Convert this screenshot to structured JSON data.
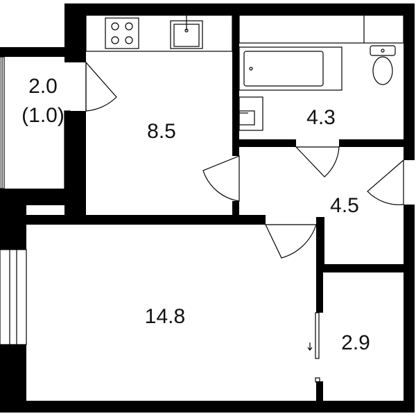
{
  "plan": {
    "colors": {
      "wall": "#000000",
      "background": "#ffffff",
      "line": "#000000"
    },
    "rooms": [
      {
        "id": "balcony",
        "area": "2.0",
        "area_reduced": "(1.0)"
      },
      {
        "id": "kitchen",
        "area": "8.5"
      },
      {
        "id": "bathroom",
        "area": "4.3"
      },
      {
        "id": "hall",
        "area": "4.5"
      },
      {
        "id": "living-room",
        "area": "14.8"
      },
      {
        "id": "storage",
        "area": "2.9"
      }
    ],
    "icons": [
      "stove-icon",
      "sink-icon",
      "bathtub-icon",
      "toilet-icon",
      "washbasin-icon",
      "arrow-down-icon"
    ]
  }
}
